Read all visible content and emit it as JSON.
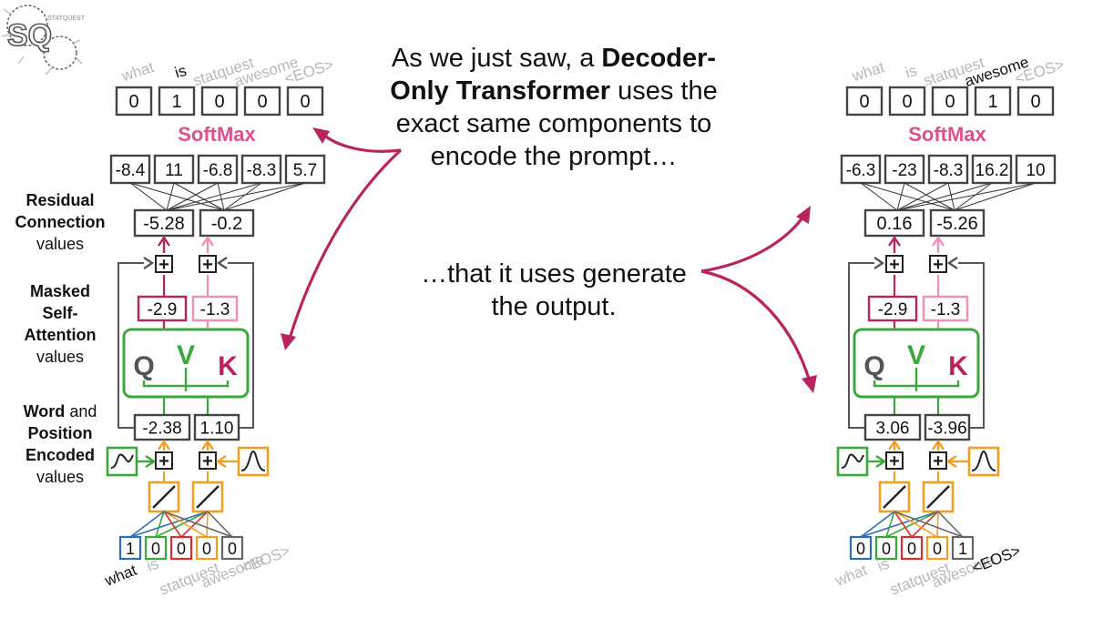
{
  "logo": {
    "text": "SQ",
    "tag": "STATQUEST"
  },
  "caption_top": {
    "line1_pre": "As we just saw, a ",
    "line1_bold": "Decoder-",
    "line2_bold": "Only Transformer",
    "line2_post": " uses the",
    "line3": "exact same components to",
    "line4": "encode the prompt…"
  },
  "caption_mid": {
    "line1": "…that it uses generate",
    "line2": "the output."
  },
  "side_labels": {
    "residual": {
      "bold1": "Residual",
      "bold2": "Connection",
      "plain": "values"
    },
    "masked": {
      "bold1": "Masked",
      "bold2": "Self-",
      "bold3": "Attention",
      "plain": "values"
    },
    "word": {
      "bold1": "Word",
      "plain1": " and",
      "bold2": "Position",
      "bold3": "Encoded",
      "plain2": "values"
    }
  },
  "softmax_label": "SoftMax",
  "plus_symbol": "+",
  "qvk": {
    "q": "Q",
    "v": "V",
    "k": "K"
  },
  "left": {
    "top_words": [
      "what",
      "is",
      "statquest",
      "awesome",
      "<EOS>"
    ],
    "softmax_out": [
      "0",
      "1",
      "0",
      "0",
      "0"
    ],
    "logits": [
      "-8.4",
      "11",
      "-6.8",
      "-8.3",
      "5.7"
    ],
    "residual": [
      "-5.28",
      "-0.2"
    ],
    "attention": [
      "-2.9",
      "-1.3"
    ],
    "encoded": [
      "-2.38",
      "1.10"
    ],
    "input_onehot": [
      "1",
      "0",
      "0",
      "0",
      "0"
    ],
    "bottom_words": [
      "what",
      "is",
      "statquest",
      "awesome",
      "<EOS>"
    ]
  },
  "right": {
    "top_words": [
      "what",
      "is",
      "statquest",
      "awesome",
      "<EOS>"
    ],
    "softmax_out": [
      "0",
      "0",
      "0",
      "1",
      "0"
    ],
    "logits": [
      "-6.3",
      "-23",
      "-8.3",
      "16.2",
      "10"
    ],
    "residual": [
      "0.16",
      "-5.26"
    ],
    "attention": [
      "-2.9",
      "-1.3"
    ],
    "encoded": [
      "3.06",
      "-3.96"
    ],
    "input_onehot": [
      "0",
      "0",
      "0",
      "0",
      "1"
    ],
    "bottom_words": [
      "what",
      "is",
      "statquest",
      "awesome",
      "<EOS>"
    ]
  },
  "colors": {
    "pink": "#e0508c",
    "magenta_arrow": "#b8245e",
    "green": "#3aa83a",
    "orange": "#f0a020",
    "blue": "#2f6db5",
    "red": "#d83030",
    "gray_word": "#b8b8b8",
    "box_border": "#444444"
  }
}
